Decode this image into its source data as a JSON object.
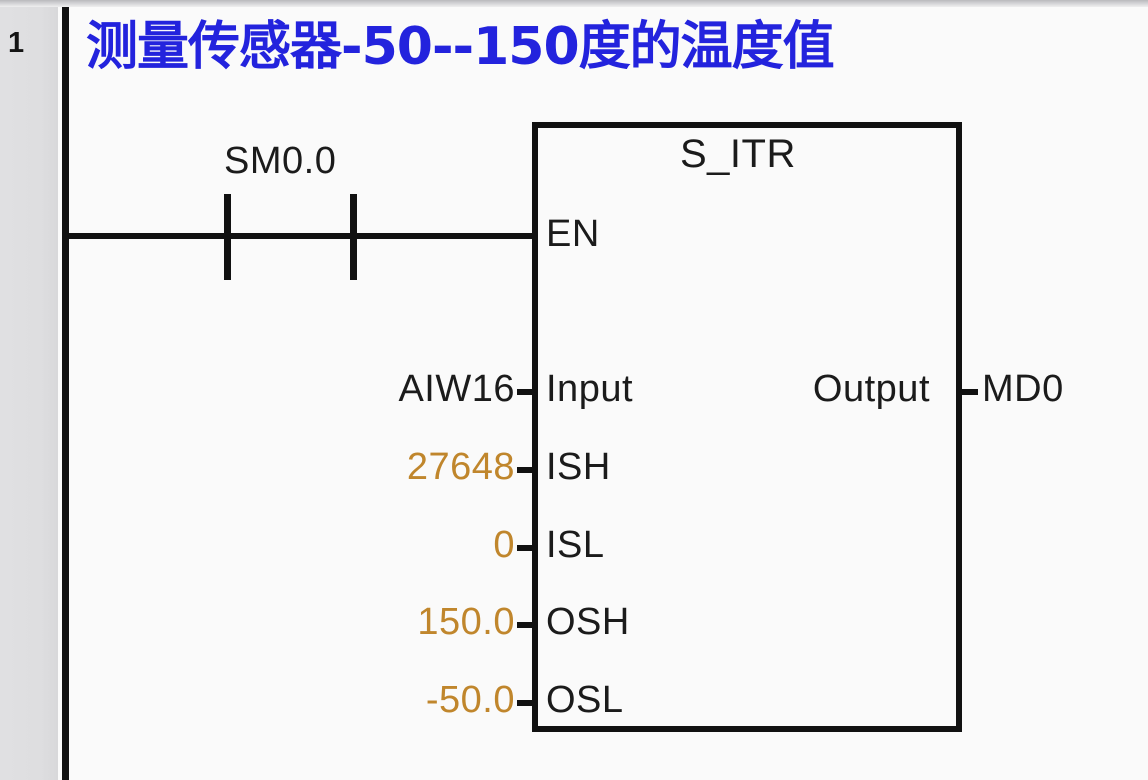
{
  "network": {
    "number": "1",
    "title": "测量传感器-50--150度的温度值",
    "title_color": "#2323dd"
  },
  "contact": {
    "label": "SM0.0",
    "type": "normally-open"
  },
  "block": {
    "name": "S_ITR",
    "enable_pin": "EN",
    "pins_left": [
      {
        "pin": "Input",
        "operand": "AIW16",
        "kind": "address"
      },
      {
        "pin": "ISH",
        "operand": "27648",
        "kind": "constant"
      },
      {
        "pin": "ISL",
        "operand": "0",
        "kind": "constant"
      },
      {
        "pin": "OSH",
        "operand": "150.0",
        "kind": "constant"
      },
      {
        "pin": "OSL",
        "operand": "-50.0",
        "kind": "constant"
      }
    ],
    "pins_right": [
      {
        "pin": "Output",
        "operand": "MD0",
        "kind": "address"
      }
    ]
  },
  "colors": {
    "wire": "#111111",
    "address_text": "#1b1b1b",
    "constant_text": "#c0862c",
    "gutter": "#dedee0",
    "canvas": "#fafafa"
  }
}
